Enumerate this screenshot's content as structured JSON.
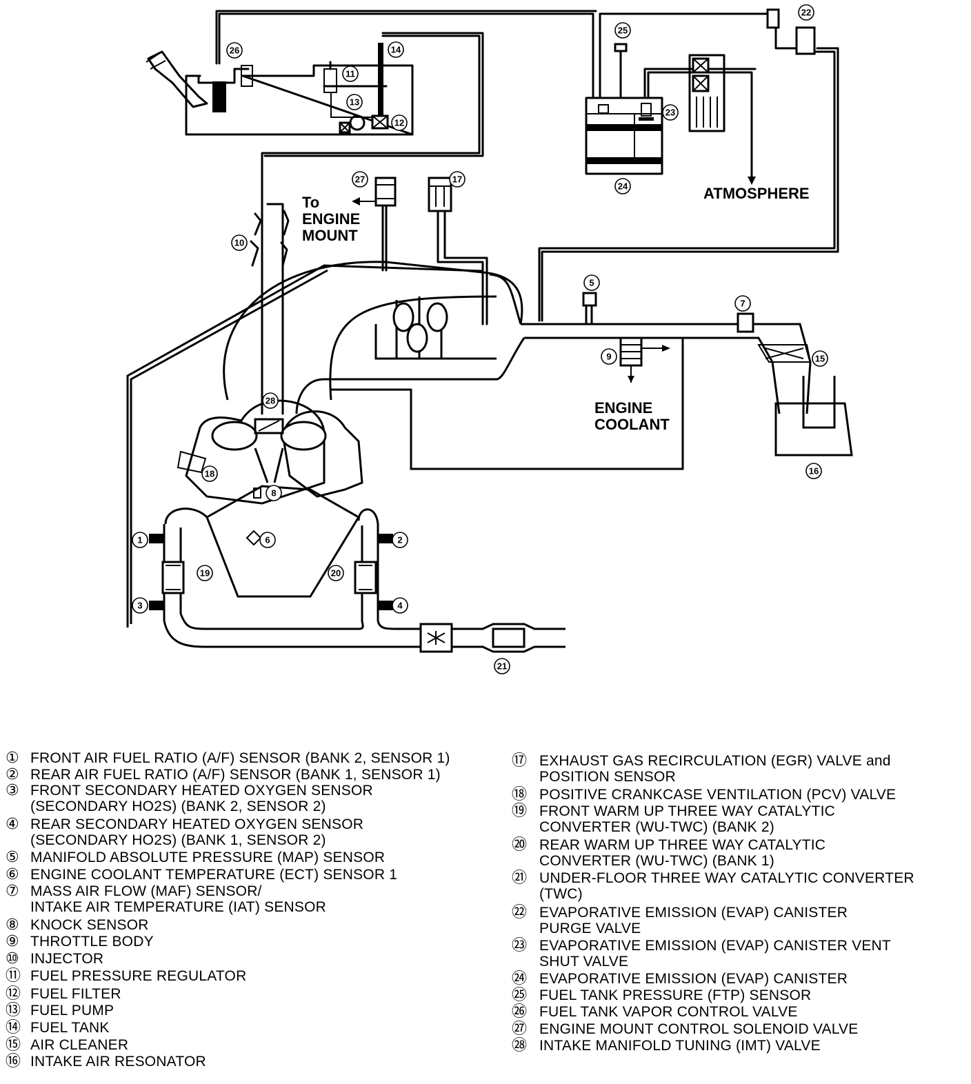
{
  "diagram": {
    "labels": {
      "to_engine_mount": "To\nENGINE\nMOUNT",
      "atmosphere": "ATMOSPHERE",
      "engine_coolant": "ENGINE\nCOOLANT"
    },
    "callouts": [
      {
        "num": "1"
      },
      {
        "num": "2"
      },
      {
        "num": "3"
      },
      {
        "num": "4"
      },
      {
        "num": "5"
      },
      {
        "num": "6"
      },
      {
        "num": "7"
      },
      {
        "num": "8"
      },
      {
        "num": "9"
      },
      {
        "num": "10"
      },
      {
        "num": "11"
      },
      {
        "num": "12"
      },
      {
        "num": "13"
      },
      {
        "num": "14"
      },
      {
        "num": "15"
      },
      {
        "num": "16"
      },
      {
        "num": "17"
      },
      {
        "num": "18"
      },
      {
        "num": "19"
      },
      {
        "num": "20"
      },
      {
        "num": "21"
      },
      {
        "num": "22"
      },
      {
        "num": "23"
      },
      {
        "num": "24"
      },
      {
        "num": "25"
      },
      {
        "num": "26"
      },
      {
        "num": "27"
      },
      {
        "num": "28"
      }
    ]
  },
  "legend": {
    "left": [
      {
        "num": "①",
        "text": "FRONT AIR FUEL RATIO (A/F) SENSOR (BANK 2, SENSOR 1)"
      },
      {
        "num": "②",
        "text": "REAR AIR FUEL RATIO (A/F) SENSOR (BANK 1, SENSOR 1)"
      },
      {
        "num": "③",
        "text": "FRONT SECONDARY HEATED OXYGEN SENSOR\n(SECONDARY HO2S) (BANK 2, SENSOR 2)"
      },
      {
        "num": "④",
        "text": "REAR SECONDARY HEATED OXYGEN SENSOR\n(SECONDARY HO2S) (BANK 1, SENSOR 2)"
      },
      {
        "num": "⑤",
        "text": "MANIFOLD ABSOLUTE PRESSURE (MAP) SENSOR"
      },
      {
        "num": "⑥",
        "text": "ENGINE COOLANT TEMPERATURE (ECT) SENSOR 1"
      },
      {
        "num": "⑦",
        "text": "MASS AIR FLOW (MAF) SENSOR/\nINTAKE AIR TEMPERATURE (IAT) SENSOR"
      },
      {
        "num": "⑧",
        "text": "KNOCK SENSOR"
      },
      {
        "num": "⑨",
        "text": "THROTTLE BODY"
      },
      {
        "num": "⑩",
        "text": "INJECTOR"
      },
      {
        "num": "⑪",
        "text": "FUEL PRESSURE REGULATOR"
      },
      {
        "num": "⑫",
        "text": "FUEL FILTER"
      },
      {
        "num": "⑬",
        "text": "FUEL PUMP"
      },
      {
        "num": "⑭",
        "text": "FUEL TANK"
      },
      {
        "num": "⑮",
        "text": "AIR CLEANER"
      },
      {
        "num": "⑯",
        "text": "INTAKE AIR RESONATOR"
      }
    ],
    "right": [
      {
        "num": "⑰",
        "text": "EXHAUST GAS RECIRCULATION (EGR) VALVE and\nPOSITION SENSOR"
      },
      {
        "num": "⑱",
        "text": "POSITIVE CRANKCASE VENTILATION (PCV) VALVE"
      },
      {
        "num": "⑲",
        "text": "FRONT WARM UP THREE WAY CATALYTIC\nCONVERTER (WU-TWC) (BANK 2)"
      },
      {
        "num": "⑳",
        "text": "REAR WARM UP THREE WAY CATALYTIC\nCONVERTER (WU-TWC) (BANK 1)"
      },
      {
        "num": "㉑",
        "text": "UNDER-FLOOR THREE WAY CATALYTIC CONVERTER\n(TWC)"
      },
      {
        "num": "㉒",
        "text": "EVAPORATIVE EMISSION (EVAP) CANISTER\nPURGE VALVE"
      },
      {
        "num": "㉓",
        "text": "EVAPORATIVE EMISSION (EVAP) CANISTER VENT\nSHUT VALVE"
      },
      {
        "num": "㉔",
        "text": "EVAPORATIVE EMISSION (EVAP) CANISTER"
      },
      {
        "num": "㉕",
        "text": "FUEL TANK PRESSURE (FTP) SENSOR"
      },
      {
        "num": "㉖",
        "text": "FUEL TANK VAPOR CONTROL VALVE"
      },
      {
        "num": "㉗",
        "text": "ENGINE MOUNT CONTROL SOLENOID VALVE"
      },
      {
        "num": "㉘",
        "text": "INTAKE MANIFOLD TUNING (IMT) VALVE"
      }
    ]
  }
}
